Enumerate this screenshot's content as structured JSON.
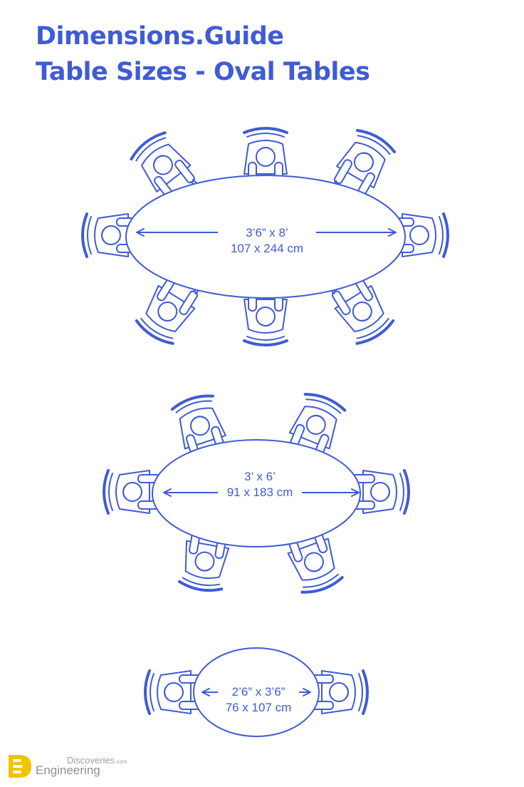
{
  "header": {
    "brand": "Dimensions.Guide",
    "title": "Table Sizes - Oval Tables"
  },
  "tables": [
    {
      "seats": 8,
      "size_imperial": "3’6” x 8’",
      "size_metric": "107 x 244 cm"
    },
    {
      "seats": 6,
      "size_imperial": "3’ x 6’",
      "size_metric": "91 x 183 cm"
    },
    {
      "seats": 2,
      "size_imperial": "2’6” x 3’6”",
      "size_metric": "76 x 107 cm"
    }
  ],
  "watermark": {
    "line1": "Discoveries",
    "line1_suffix": ".com",
    "line2": "Engineering",
    "icon": "d-e-logo-icon"
  },
  "colors": {
    "title": "#3f5bd6",
    "line": "#3f5bd6",
    "logo": "#f2c400"
  },
  "icons": [
    "person-seated-icon",
    "chair-icon",
    "dimension-arrow-icon"
  ]
}
